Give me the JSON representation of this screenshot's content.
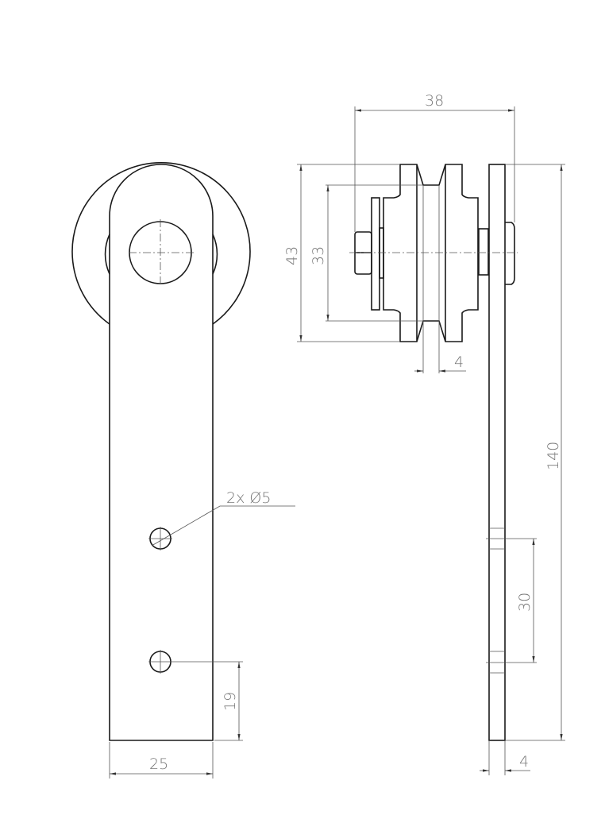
{
  "dimensions": {
    "overall_width": "38",
    "wheel_diameter": "43",
    "groove_diameter": "33",
    "groove_width": "4",
    "total_height": "140",
    "hole_spacing": "30",
    "plate_thickness": "4",
    "holes": "2x Ø5",
    "hole_to_bottom": "19",
    "plate_width": "25"
  }
}
